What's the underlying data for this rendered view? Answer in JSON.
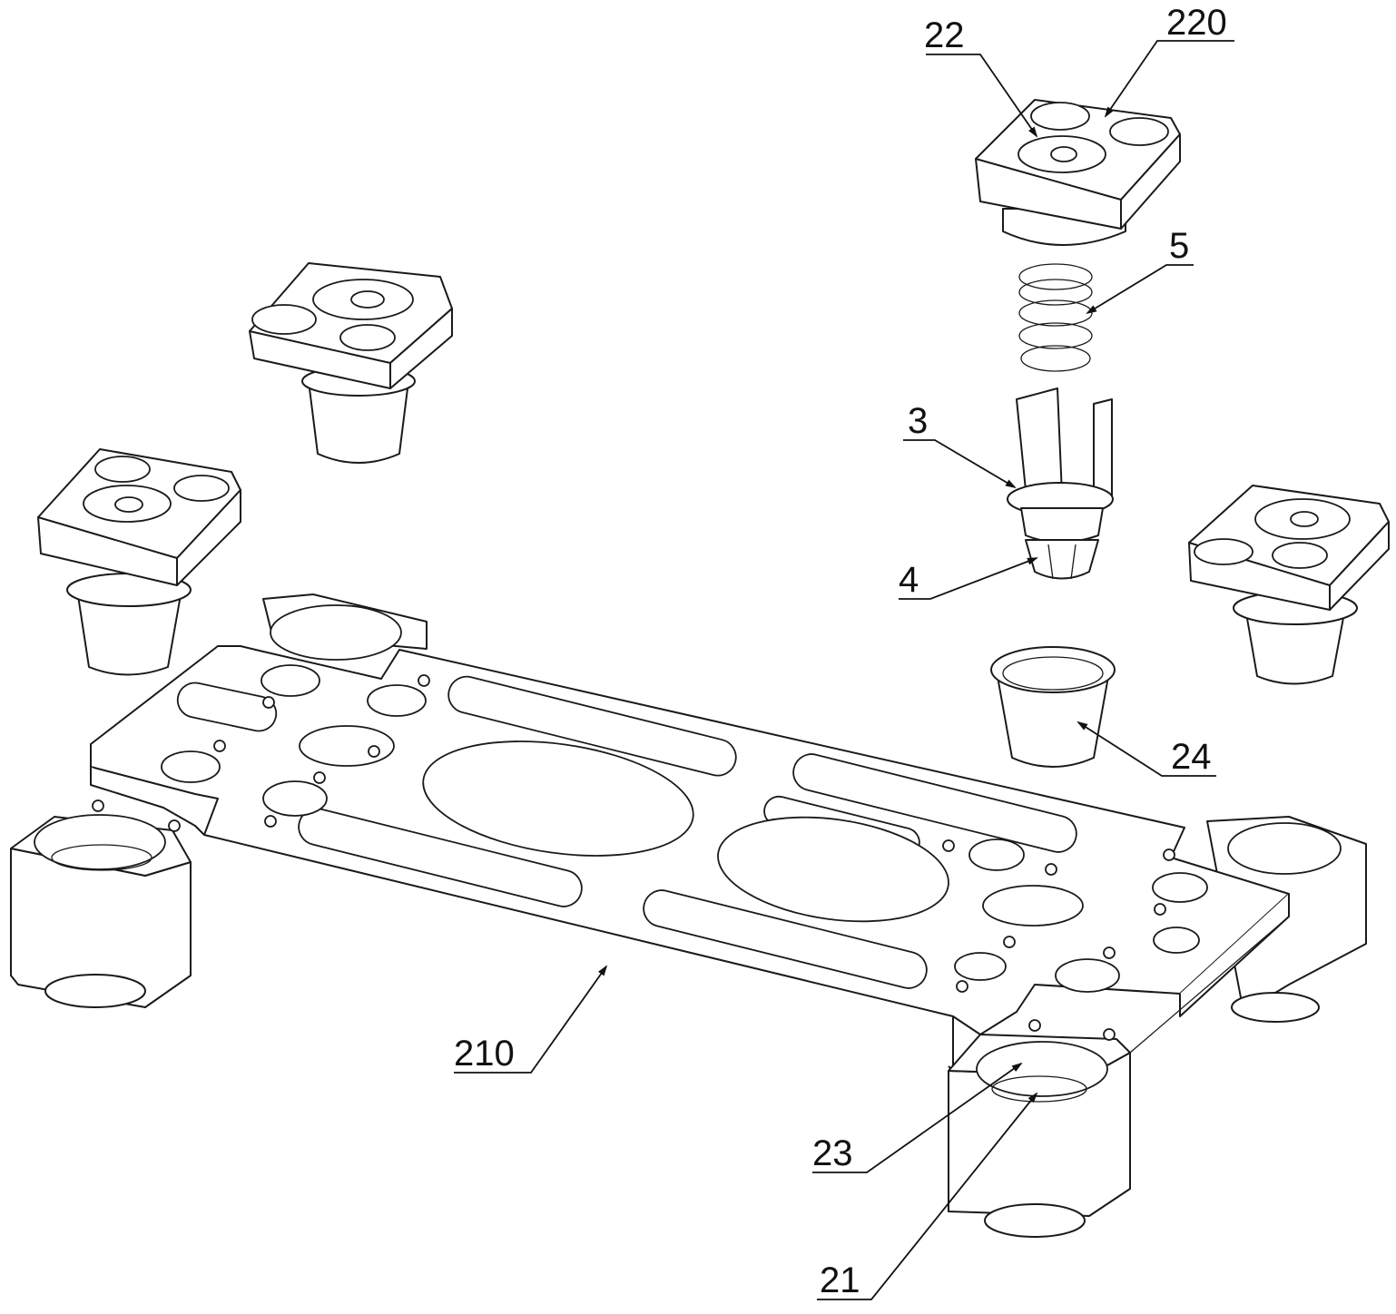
{
  "figure": {
    "labels": {
      "l22": "22",
      "l220": "220",
      "l5": "5",
      "l3": "3",
      "l4": "4",
      "l24": "24",
      "l210": "210",
      "l23": "23",
      "l21": "21"
    },
    "colors": {
      "line": "#1a1a1a",
      "background": "#ffffff"
    }
  }
}
